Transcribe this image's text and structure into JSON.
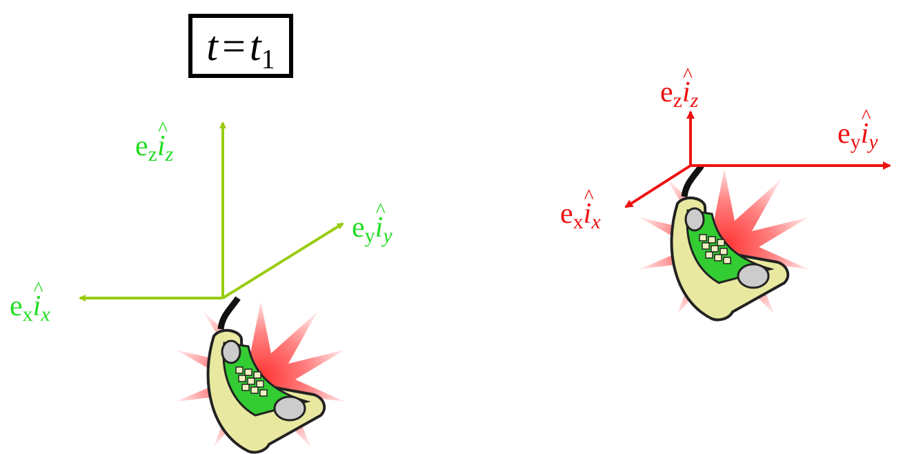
{
  "time_label": {
    "var": "t",
    "op": "=",
    "rhs": "t",
    "rhs_sub": "1"
  },
  "colors": {
    "left_axes": "#99cc11",
    "left_labels": "#22dd22",
    "right_axes": "#ee1111",
    "right_labels": "#ee1111"
  },
  "left_frame": {
    "x_label": {
      "e": "e",
      "e_sub": "x",
      "hat": "^",
      "unit": "i",
      "unit_sub": "x"
    },
    "y_label": {
      "e": "e",
      "e_sub": "y",
      "hat": "^",
      "unit": "i",
      "unit_sub": "y"
    },
    "z_label": {
      "e": "e",
      "e_sub": "z",
      "hat": "^",
      "unit": "i",
      "unit_sub": "z"
    }
  },
  "right_frame": {
    "x_label": {
      "e": "e",
      "e_sub": "x",
      "hat": "^",
      "unit": "i",
      "unit_sub": "x"
    },
    "y_label": {
      "e": "e",
      "e_sub": "y",
      "hat": "^",
      "unit": "i",
      "unit_sub": "y"
    },
    "z_label": {
      "e": "e",
      "e_sub": "z",
      "hat": "^",
      "unit": "i",
      "unit_sub": "z"
    }
  },
  "phone_icon": "ringing-cell-phone-icon"
}
